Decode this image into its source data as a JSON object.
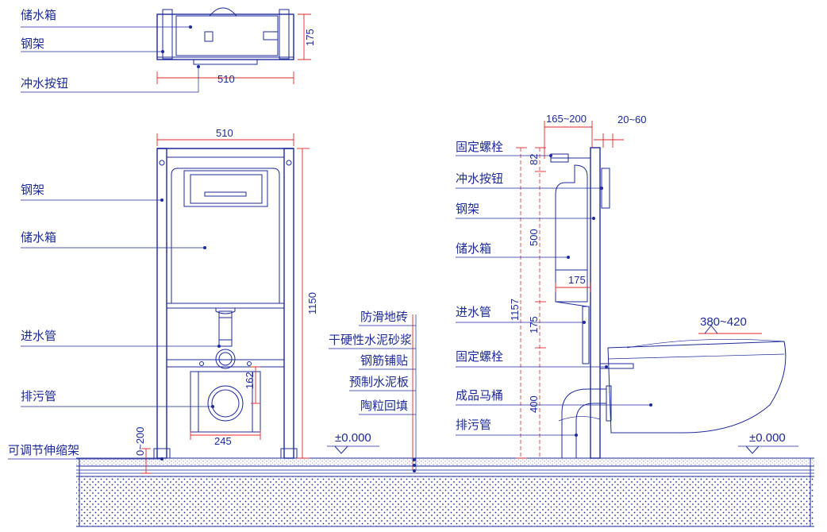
{
  "top_view": {
    "labels": [
      "储水箱",
      "钢架",
      "冲水按钮"
    ],
    "dim_width": "510",
    "dim_depth": "175"
  },
  "front_view": {
    "labels": [
      "钢架",
      "储水箱",
      "进水管",
      "排污管",
      "可调节伸缩架"
    ],
    "dim_top_width": "510",
    "dim_height": "1150",
    "dim_pipe_height": "162",
    "dim_pipe_width": "245",
    "dim_foot": "0~200"
  },
  "floor_layers": {
    "labels": [
      "防滑地砖",
      "干硬性水泥砂浆",
      "钢筋铺贴",
      "预制水泥板",
      "陶粒回填"
    ],
    "level_left": "±0.000"
  },
  "side_view": {
    "labels": [
      "固定螺栓",
      "冲水按钮",
      "钢架",
      "储水箱",
      "进水管",
      "固定螺栓",
      "成品马桶",
      "排污管"
    ],
    "dim_wall": "165~200",
    "dim_plate": "20~60",
    "dim_82": "82",
    "dim_500": "500",
    "dim_175_h": "175",
    "dim_175_v": "175",
    "dim_1157": "1157",
    "dim_400": "400",
    "dim_bowl": "380~420",
    "level_right": "±0.000"
  },
  "colors": {
    "line": "#1c2a9a",
    "dimension": "#e0292c"
  }
}
